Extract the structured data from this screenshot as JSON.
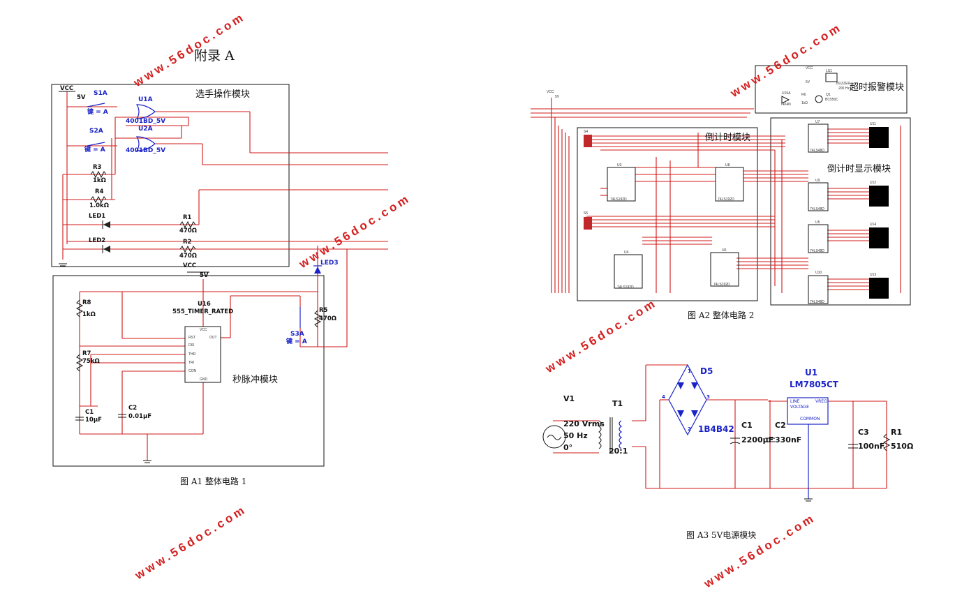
{
  "appendix_title": "附录 A",
  "watermark": "www.56doc.com",
  "figure_a1": {
    "caption": "图 A1 整体电路 1",
    "module_player": "选手操作模块",
    "module_pulse": "秒脉冲模块",
    "labels": {
      "vcc": "VCC",
      "v5": "5V",
      "s1a": "S1A",
      "key1": "键 = A",
      "s2a": "S2A",
      "key2": "键 = A",
      "u1a": "U1A",
      "u1a_part": "4001BD_5V",
      "u2a": "U2A",
      "u2a_part": "4001BD_5V",
      "r3": "R3",
      "r3_val": "1kΩ",
      "r4": "R4",
      "r4_val": "1.0kΩ",
      "led1": "LED1",
      "led2": "LED2",
      "r1": "R1",
      "r1_val": "470Ω",
      "r2": "R2",
      "r2_val": "470Ω",
      "led3": "LED3",
      "vcc2": "VCC",
      "v5b": "5V",
      "u16": "U16",
      "u16_part": "555_TIMER_RATED",
      "r8": "R8",
      "r8_val": "1kΩ",
      "r7": "R7",
      "r7_val": "75kΩ",
      "c1": "C1",
      "c1_val": "10µF",
      "c2": "C2",
      "c2_val": "0.01µF",
      "r5": "R5",
      "r5_val": "470Ω",
      "s3a": "S3A",
      "key3": "键 = A",
      "pin_vcc": "VCC",
      "pin_rst": "RST",
      "pin_dis": "DIS",
      "pin_thr": "THR",
      "pin_tri": "TRI",
      "pin_con": "CON",
      "pin_gnd": "GND",
      "pin_out": "OUT"
    }
  },
  "figure_a2": {
    "caption": "图 A2  整体电路 2",
    "module_alarm": "超时报警模块",
    "module_countdown": "倒计时模块",
    "module_display": "倒计时显示模块",
    "labels": {
      "vcc": "VCC",
      "v5": "5V",
      "ls1": "LS1",
      "buzzer": "BUZZER",
      "buzzer_freq": "200 Hz",
      "q1": "Q1",
      "q1_part": "BC550C",
      "u15a": "U15A",
      "u15a_part": "7404N",
      "r6": "R6",
      "r6_val": "1kΩ",
      "chip_74ls192": "74LS192D",
      "chip_74ls48": "74LS48D",
      "u7": "U7",
      "u11": "U11",
      "u9": "U9",
      "u12": "U12",
      "u5": "U5",
      "u14": "U14",
      "u13": "U13",
      "u10": "U10",
      "u3": "U3",
      "u8": "U8",
      "u4": "U4",
      "u6": "U6",
      "s4": "S4",
      "s5": "S5"
    }
  },
  "figure_a3": {
    "caption": "图 A3 5V电源模块",
    "labels": {
      "v1": "V1",
      "v1_v": "220 Vrms",
      "v1_f": "50 Hz",
      "v1_p": "0°",
      "t1": "T1",
      "t1_ratio": "20:1",
      "d5": "D5",
      "d5_part": "1B4B42",
      "pin1": "1",
      "pin2": "2",
      "pin3": "3",
      "pin4": "4",
      "u1": "U1",
      "u1_part": "LM7805CT",
      "line": "LINE",
      "vreg": "VREG",
      "voltage": "VOLTAGE",
      "common": "COMMON",
      "c1": "C1",
      "c1_val": "2200µF",
      "c2": "C2",
      "c2_val": "330nF",
      "c3": "C3",
      "c3_val": "100nF",
      "r1": "R1",
      "r1_val": "510Ω"
    }
  }
}
